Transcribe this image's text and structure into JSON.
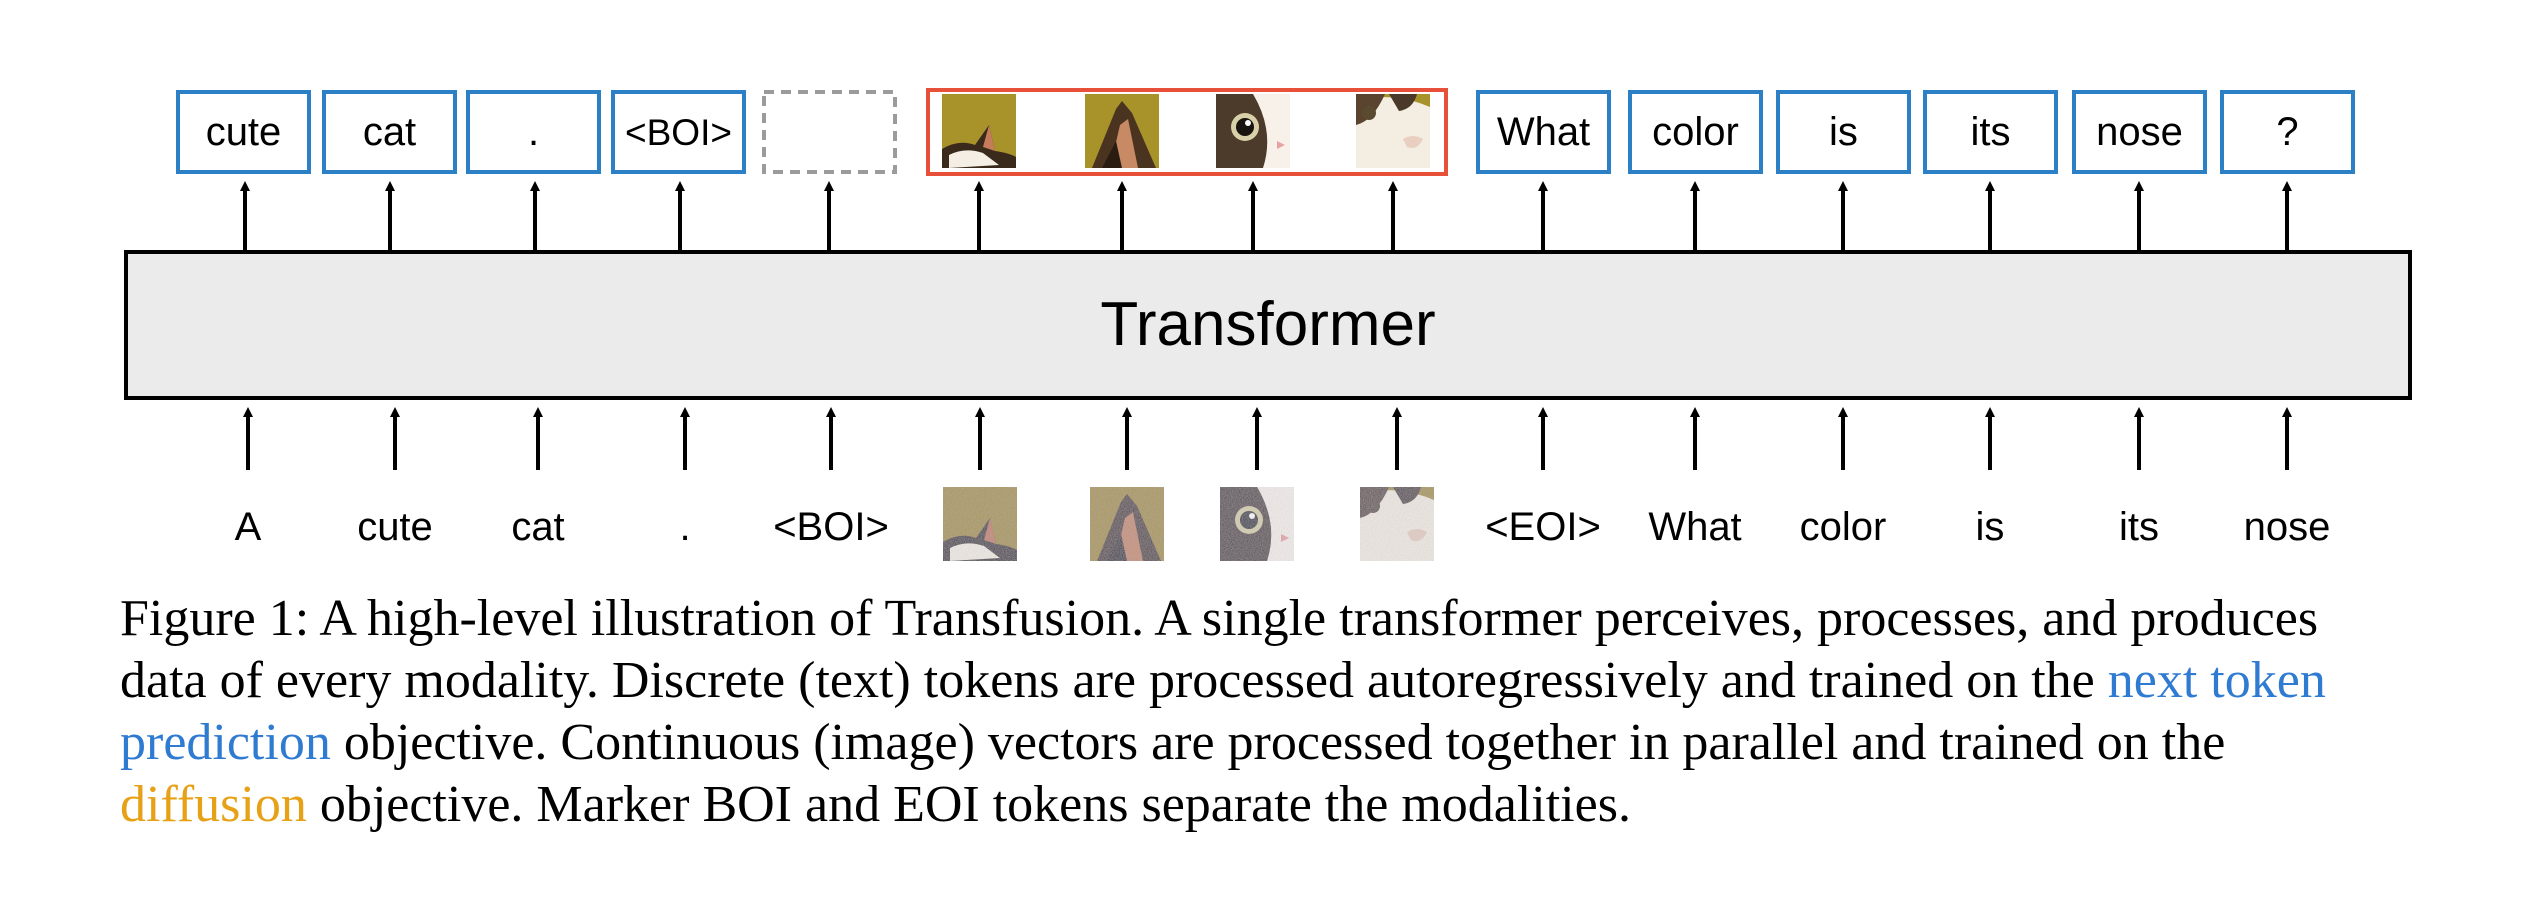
{
  "colors": {
    "token_box": "#2c80c6",
    "image_group_box": "#e8503a",
    "placeholder_box": "#9b9b9b",
    "transformer_fill": "#ebebeb",
    "next_token_text": "#2f7bd1",
    "diffusion_text": "#e6a116"
  },
  "transformer_label": "Transformer",
  "output_tokens": [
    "cute",
    "cat",
    ".",
    "<BOI>",
    "",
    "What",
    "color",
    "is",
    "its",
    "nose",
    "?"
  ],
  "input_tokens": [
    "A",
    "cute",
    "cat",
    ".",
    "<BOI>",
    "<EOI>",
    "What",
    "color",
    "is",
    "its",
    "nose"
  ],
  "image_patch_icons": [
    "cat-ear-patch",
    "cat-ear-close-patch",
    "cat-eye-patch",
    "cat-nose-patch"
  ],
  "caption": {
    "part1": "Figure 1: A high-level illustration of Transfusion. A single transformer perceives, processes, and produces data of every modality. Discrete (text) tokens are processed autoregressively and trained on the ",
    "highlight1": "next token prediction",
    "part2": " objective. Continuous (image) vectors are processed together in parallel and trained on the ",
    "highlight2": "diffusion",
    "part3": " objective. Marker BOI and EOI tokens separate the modalities."
  }
}
